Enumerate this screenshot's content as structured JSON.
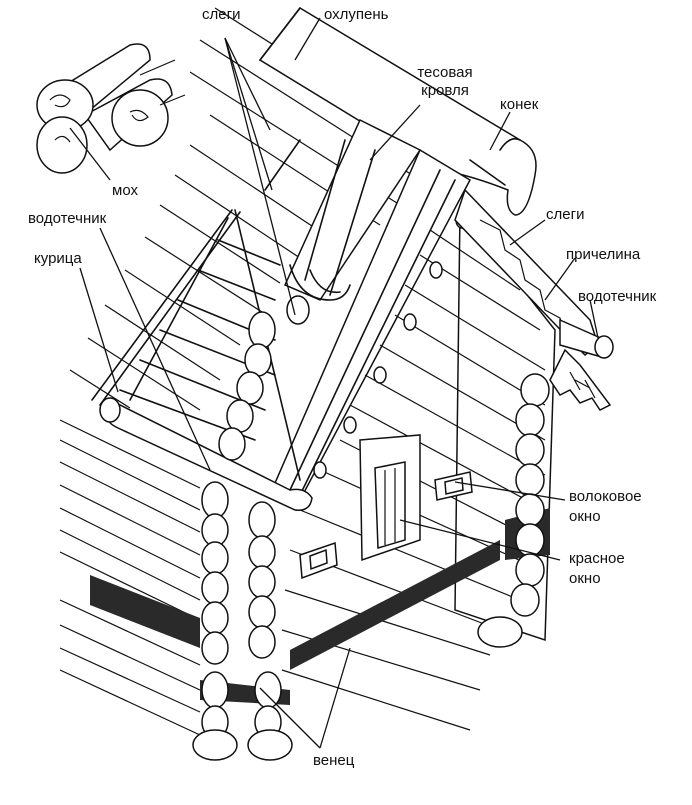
{
  "labels": {
    "slegi_top": "слеги",
    "ohlupen": "охлупень",
    "tesovaya_line1": "тесовая",
    "tesovaya_line2": "кровля",
    "konek": "конек",
    "moh": "мох",
    "vodotechnik_left": "водотечник",
    "kuritsa": "курица",
    "slegi_right": "слеги",
    "prichelina": "причелина",
    "vodotechnik_right": "водотечник",
    "volokovoe_line1": "волоковое",
    "volokovoe_line2": "окно",
    "krasnoe_line1": "красное",
    "krasnoe_line2": "окно",
    "venets": "венец"
  }
}
